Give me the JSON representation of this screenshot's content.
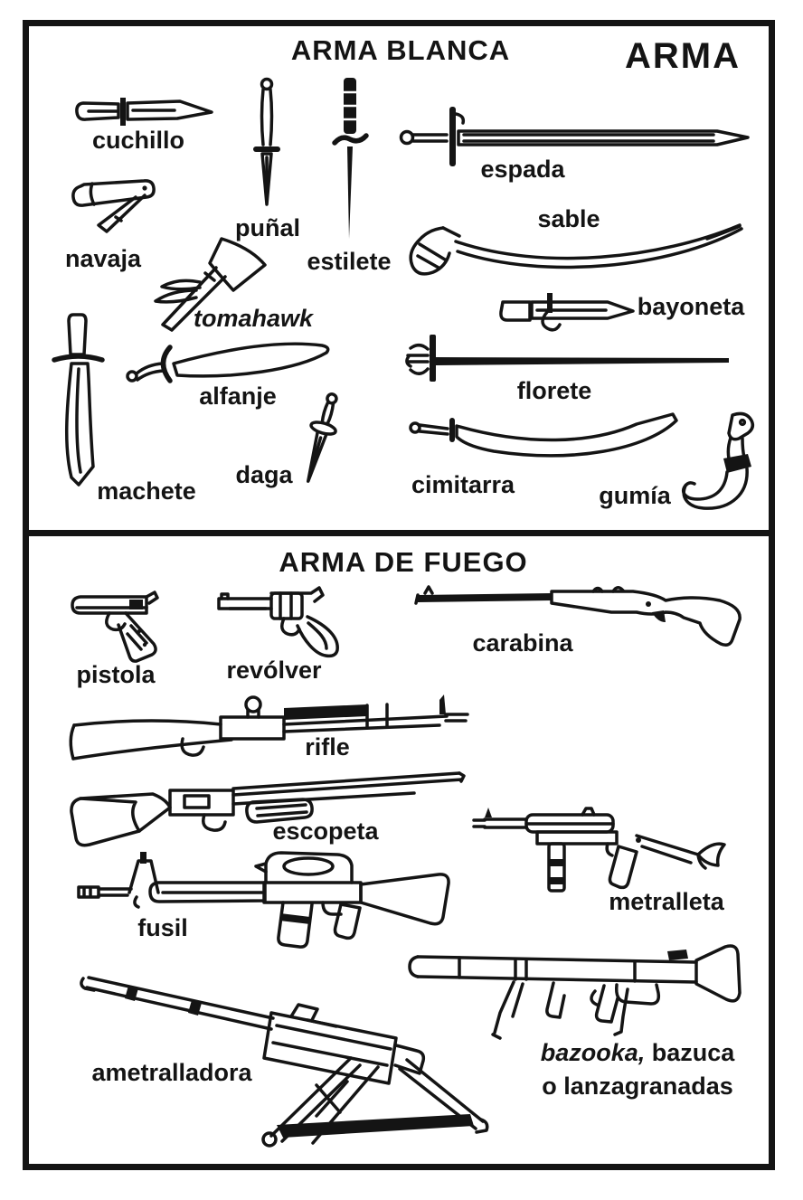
{
  "page": {
    "headword": "ARMA",
    "sections": {
      "blanca": {
        "title": "ARMA BLANCA"
      },
      "fuego": {
        "title": "ARMA DE FUEGO"
      }
    }
  },
  "labels": {
    "cuchillo": "cuchillo",
    "punal": "puñal",
    "estilete": "estilete",
    "espada": "espada",
    "navaja": "navaja",
    "sable": "sable",
    "tomahawk": "tomahawk",
    "bayoneta": "bayoneta",
    "machete": "machete",
    "alfanje": "alfanje",
    "florete": "florete",
    "daga": "daga",
    "cimitarra": "cimitarra",
    "gumia": "gumía",
    "pistola": "pistola",
    "revolver": "revólver",
    "carabina": "carabina",
    "rifle": "rifle",
    "escopeta": "escopeta",
    "metralleta": "metralleta",
    "fusil": "fusil",
    "ametralladora": "ametralladora",
    "bazooka_italic": "bazooka,",
    "bazooka_rest": " bazuca",
    "bazooka_line2": "o lanzagranadas"
  },
  "colors": {
    "ink": "#141414",
    "paper": "#ffffff"
  }
}
